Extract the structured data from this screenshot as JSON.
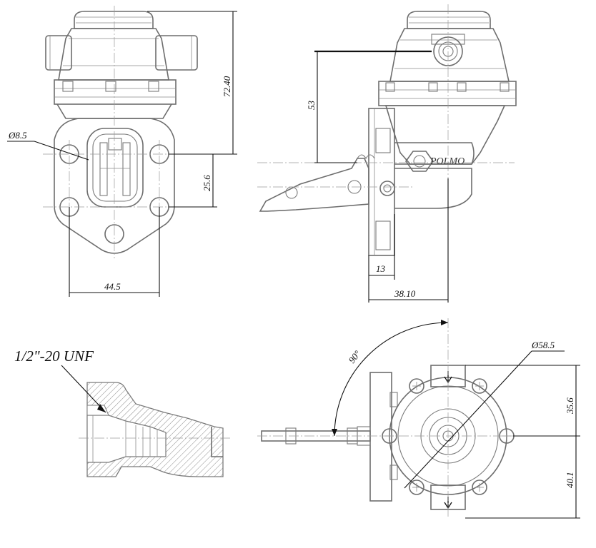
{
  "diagram": {
    "dimensions": {
      "hole_diameter": "Ø8.5",
      "height_total": "72.40",
      "hole_spacing_vertical": "25.6",
      "hole_spacing_horizontal": "44.5",
      "outlet_height": "53",
      "flange_offset": "13",
      "lever_offset": "38.10",
      "body_diameter": "Ø58.5",
      "bottom_upper": "35.6",
      "bottom_lower": "40.1",
      "angle": "90°"
    },
    "brand": "POLMO",
    "thread": "1/2\"-20 UNF"
  }
}
